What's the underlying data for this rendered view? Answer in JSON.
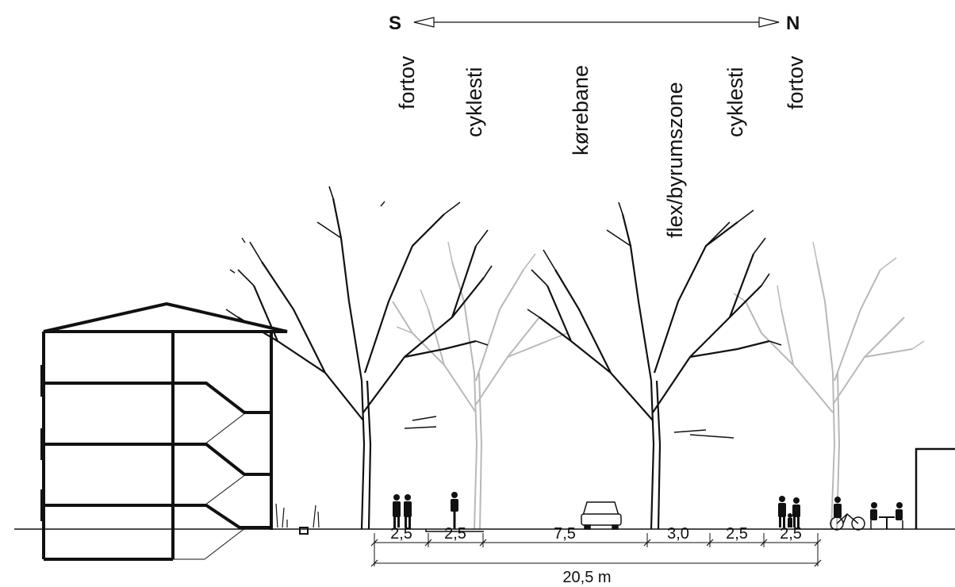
{
  "compass": {
    "south": "S",
    "north": "N"
  },
  "zones": [
    {
      "label": "fortov"
    },
    {
      "label": "cyklesti"
    },
    {
      "label": "kørebane"
    },
    {
      "label": "flex/byrumszone"
    },
    {
      "label": "cyklesti"
    },
    {
      "label": "fortov"
    }
  ],
  "dimensions": {
    "widths": [
      "2,5",
      "2,5",
      "7,5",
      "3,0",
      "2,5",
      "2,5"
    ],
    "total": "20,5 m"
  }
}
